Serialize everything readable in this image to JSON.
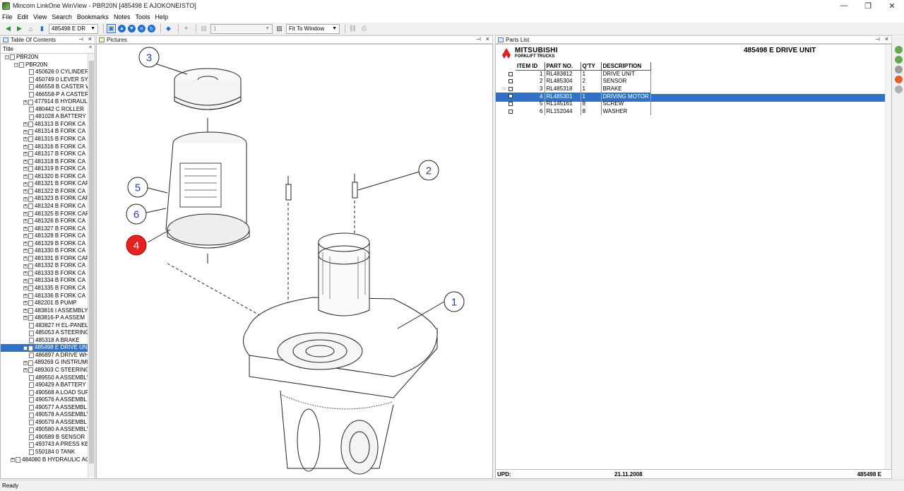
{
  "window": {
    "title": "Mincom LinkOne WinView - PBR20N [485498 E  AJOKONEISTO]",
    "minimize": "—",
    "maximize": "❐",
    "close": "✕"
  },
  "menu": [
    "File",
    "Edit",
    "View",
    "Search",
    "Bookmarks",
    "Notes",
    "Tools",
    "Help"
  ],
  "toolbar": {
    "book_combo": "485498 E  DR",
    "page_combo": "1",
    "zoom_combo": "Fit To Window"
  },
  "toc": {
    "panel_title": "Table Of Contents",
    "column_header": "Title",
    "root": "PBR20N",
    "book": "PBR20N",
    "items": [
      {
        "label": "450626 0  CYLINDER",
        "exp": false
      },
      {
        "label": "450749 0  LEVER SY",
        "exp": false
      },
      {
        "label": "466558 B  CASTER W",
        "exp": false
      },
      {
        "label": "466558-P A  CASTER",
        "exp": false
      },
      {
        "label": "477914 B  HYDRAULIC",
        "exp": true
      },
      {
        "label": "480442 C  ROLLER",
        "exp": false
      },
      {
        "label": "481028 A  BATTERY",
        "exp": false
      },
      {
        "label": "481313 B  FORK CA",
        "exp": true
      },
      {
        "label": "481314 B  FORK CA",
        "exp": true
      },
      {
        "label": "481315 B  FORK CA",
        "exp": true
      },
      {
        "label": "481316 B  FORK CA",
        "exp": true
      },
      {
        "label": "481317 B  FORK CA",
        "exp": true
      },
      {
        "label": "481318 B  FORK CA",
        "exp": true
      },
      {
        "label": "481319 B  FORK CA",
        "exp": true
      },
      {
        "label": "481320 B  FORK CA",
        "exp": true
      },
      {
        "label": "481321 B  FORK CAF",
        "exp": true
      },
      {
        "label": "481322 B  FORK CA",
        "exp": true
      },
      {
        "label": "481323 B  FORK CAF",
        "exp": true
      },
      {
        "label": "481324 B  FORK CA",
        "exp": true
      },
      {
        "label": "481325 B  FORK CAF",
        "exp": true
      },
      {
        "label": "481326 B  FORK CA",
        "exp": true
      },
      {
        "label": "481327 B  FORK CA",
        "exp": true
      },
      {
        "label": "481328 B  FORK CA",
        "exp": true
      },
      {
        "label": "481329 B  FORK CA",
        "exp": true
      },
      {
        "label": "481330 B  FORK CA",
        "exp": true
      },
      {
        "label": "481331 B  FORK CAF",
        "exp": true
      },
      {
        "label": "481332 B  FORK CA",
        "exp": true
      },
      {
        "label": "481333 B  FORK CA",
        "exp": true
      },
      {
        "label": "481334 B  FORK CA",
        "exp": true
      },
      {
        "label": "481335 B  FORK CA",
        "exp": true
      },
      {
        "label": "481336 B  FORK CA",
        "exp": true
      },
      {
        "label": "482201 B  PUMP",
        "exp": true
      },
      {
        "label": "483816 I  ASSEMBLY",
        "exp": true
      },
      {
        "label": "483816-P A  ASSEM",
        "exp": true
      },
      {
        "label": "483827 H  EL-PANEL",
        "exp": false
      },
      {
        "label": "485053 A  STEERING",
        "exp": false
      },
      {
        "label": "485318 A  BRAKE",
        "exp": false
      },
      {
        "label": "485498 E  DRIVE UNI",
        "exp": true,
        "selected": true
      },
      {
        "label": "486897 A  DRIVE WH",
        "exp": false
      },
      {
        "label": "489269 G  INSTRUMI",
        "exp": true
      },
      {
        "label": "489303 C  STEERING",
        "exp": true
      },
      {
        "label": "489550 A  ASSEMBLY",
        "exp": false
      },
      {
        "label": "490429 A  BATTERY",
        "exp": false
      },
      {
        "label": "490568 A  LOAD SUF",
        "exp": false
      },
      {
        "label": "490576 A  ASSEMBL",
        "exp": false
      },
      {
        "label": "490577 A  ASSEMBL",
        "exp": false
      },
      {
        "label": "490578 A  ASSEMBLY",
        "exp": false
      },
      {
        "label": "490579 A  ASSEMBL",
        "exp": false
      },
      {
        "label": "490580 A  ASSEMBLY",
        "exp": false
      },
      {
        "label": "490589 B  SENSOR",
        "exp": false
      },
      {
        "label": "493743 A  PRESS KE",
        "exp": false
      },
      {
        "label": "550184 0  TANK",
        "exp": false
      }
    ],
    "bottom_item": "484080 B  HYDRAULIC AGG"
  },
  "pictures": {
    "panel_title": "Pictures",
    "callouts": [
      "1",
      "2",
      "3",
      "4",
      "5",
      "6"
    ]
  },
  "parts": {
    "panel_title": "Parts List",
    "brand_line1": "MITSUBISHI",
    "brand_line2": "FORKLIFT TRUCKS",
    "header_title": "485498 E  DRIVE UNIT",
    "columns": [
      "ITEM ID",
      "PART NO.",
      "Q'TY",
      "DESCRIPTION"
    ],
    "rows": [
      {
        "id": "1",
        "part": "RL483812",
        "qty": "1",
        "desc": "DRIVE UNIT"
      },
      {
        "id": "2",
        "part": "RL485304",
        "qty": "2",
        "desc": "SENSOR"
      },
      {
        "id": "3",
        "part": "RL485318",
        "qty": "1",
        "desc": "BRAKE"
      },
      {
        "id": "4",
        "part": "RL485301",
        "qty": "1",
        "desc": "DRIVING MOTOR",
        "selected": true
      },
      {
        "id": "5",
        "part": "RL145161",
        "qty": "8",
        "desc": "SCREW"
      },
      {
        "id": "6",
        "part": "RL152044",
        "qty": "8",
        "desc": "WASHER"
      }
    ],
    "footer_label": "UPD:",
    "footer_date": "21.11.2008",
    "footer_code": "485498 E"
  },
  "status": "Ready",
  "colors": {
    "selection": "#3072c8",
    "callout_active": "#e52222"
  }
}
